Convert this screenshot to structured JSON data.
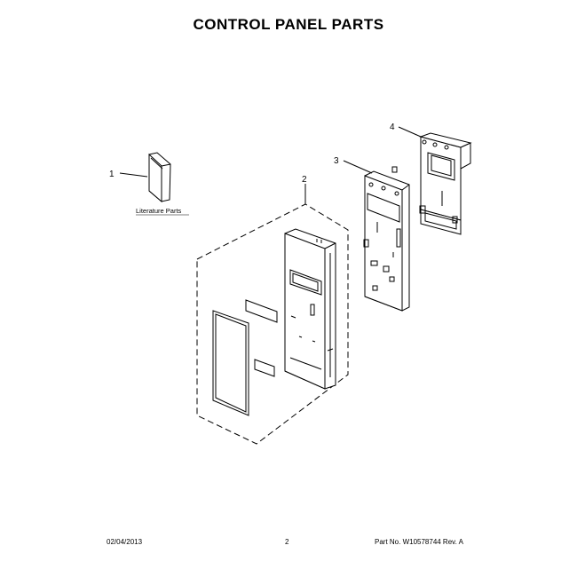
{
  "page_title": "CONTROL PANEL PARTS",
  "callouts": {
    "c1": "1",
    "c2": "2",
    "c3": "3",
    "c4": "4"
  },
  "literature_label": "Literature Parts",
  "footer": {
    "date": "02/04/2013",
    "page_number": "2",
    "part_number": "Part No. W10578744  Rev. A"
  }
}
